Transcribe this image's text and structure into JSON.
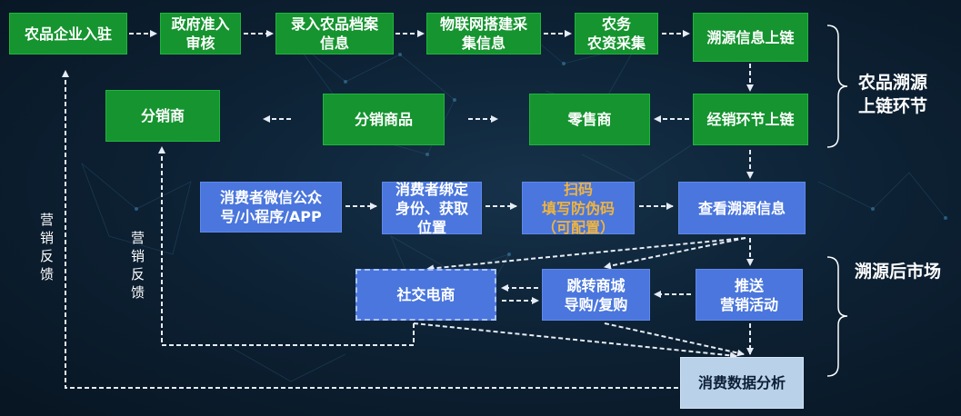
{
  "nodes": {
    "enterprise_entry": "农品企业入驻",
    "gov_review": [
      "政府准入",
      "审核"
    ],
    "record_archive": [
      "录入农品档案",
      "信息"
    ],
    "iot_collect": [
      "物联网搭建采",
      "集信息"
    ],
    "farm_collect": [
      "农务",
      "农资采集"
    ],
    "trace_chain": "溯源信息上链",
    "distributor": "分销商",
    "dist_goods": "分销商品",
    "retailer": "零售商",
    "dealer_chain": "经销环节上链",
    "consumer_wechat": [
      "消费者微信公众",
      "号/小程序/APP"
    ],
    "consumer_bind": [
      "消费者绑定",
      "身份、获取",
      "位置"
    ],
    "scan_code": [
      "扫码",
      "填写防伪码",
      "（可配置）"
    ],
    "view_trace": "查看溯源信息",
    "social_ecom": "社交电商",
    "jump_mall": [
      "跳转商城",
      "导购/复购"
    ],
    "push_marketing": [
      "推送",
      "营销活动"
    ],
    "data_analysis": "消费数据分析"
  },
  "feedback_labels": {
    "left": [
      "营",
      "销",
      "反",
      "馈"
    ],
    "middle": [
      "营",
      "销",
      "反",
      "馈"
    ]
  },
  "side_labels": {
    "chain_stage": [
      "农品溯源",
      "上链环节"
    ],
    "market_stage": "溯源后市场"
  },
  "colors": {
    "green": "#15942f",
    "blue": "#4a76dd",
    "light_blue": "#b9d2ea",
    "orange": "#f0b43d",
    "arrow": "#e6ecf4"
  }
}
